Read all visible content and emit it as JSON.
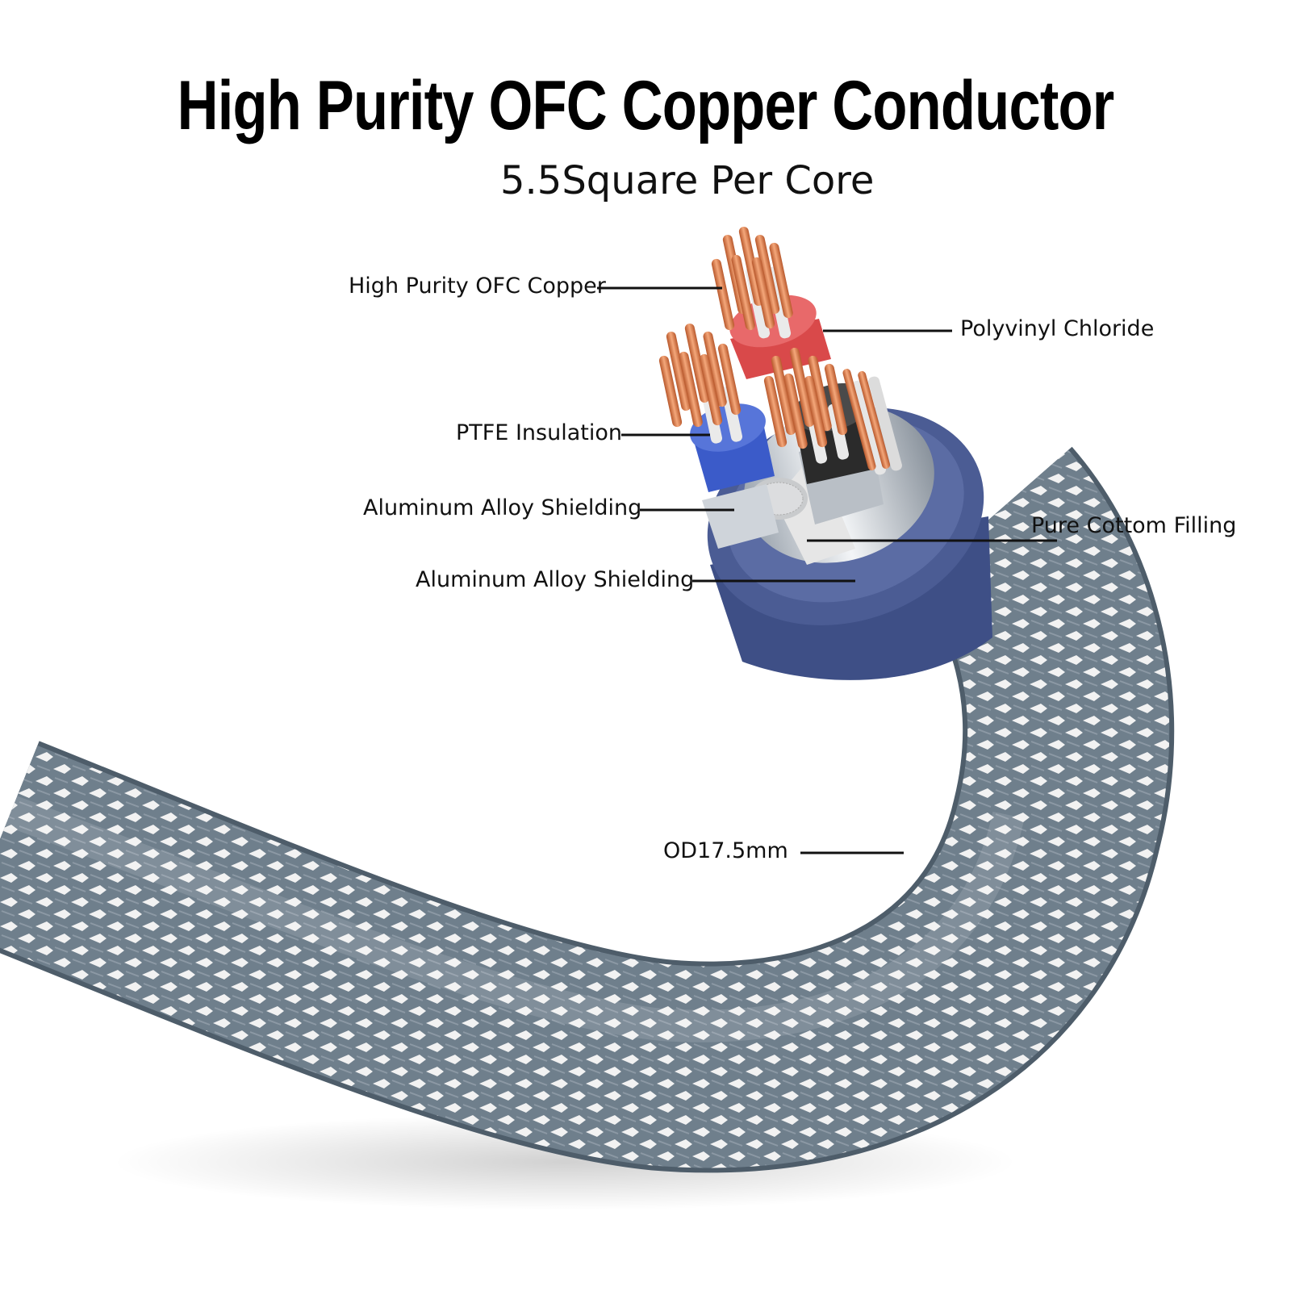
{
  "header": {
    "title": "High Purity OFC Copper Conductor",
    "subtitle": "5.5Square Per Core"
  },
  "callouts": {
    "copper": "High Purity OFC Copper",
    "pvc": "Polyvinyl Chloride",
    "ptfe": "PTFE Insulation",
    "shielding_inner": "Aluminum Alloy Shielding",
    "cotton": "Pure Cottom Filling",
    "shielding_outer": "Aluminum Alloy Shielding",
    "od": "OD17.5mm"
  },
  "colors": {
    "copper": "#d9824f",
    "pvc_red": "#d9494a",
    "ptfe_blue": "#3b5bc9",
    "sheath_blue": "#4b5c94",
    "braid_gray": "#6f7f8c",
    "braid_white": "#f2f2f2"
  }
}
